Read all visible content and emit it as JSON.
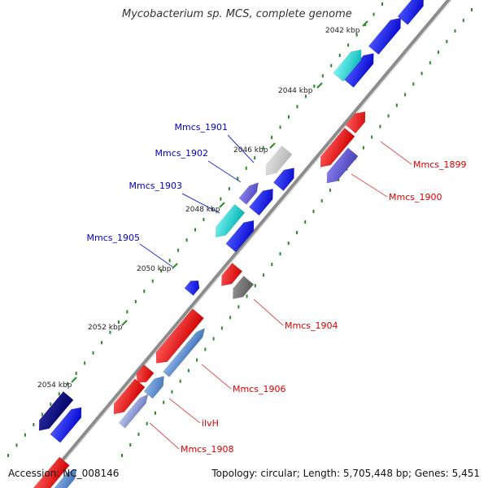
{
  "title": "Mycobacterium sp. MCS, complete genome",
  "footer": {
    "accession": "Accession: NC_008146",
    "summary": "Topology: circular; Length: 5,705,448 bp; Genes: 5,451"
  },
  "colors": {
    "backbone": "#8c8c8c",
    "tick": "#2a8a2a",
    "scale_text": "#222222",
    "label_forward": "#0000cc",
    "label_reverse": "#dd0000",
    "leader_forward": "#2233dd",
    "leader_reverse": "#e05050"
  },
  "scale_labels": [
    "2042 kbp",
    "2044 kbp",
    "2046 kbp",
    "2048 kbp",
    "2050 kbp",
    "2052 kbp",
    "2054 kbp"
  ],
  "gene_labels_forward": [
    "Mmcs_1901",
    "Mmcs_1902",
    "Mmcs_1903",
    "Mmcs_1905"
  ],
  "gene_labels_reverse": [
    "Mmcs_1899",
    "Mmcs_1900",
    "Mmcs_1904",
    "Mmcs_1906",
    "ilvH",
    "Mmcs_1908"
  ]
}
